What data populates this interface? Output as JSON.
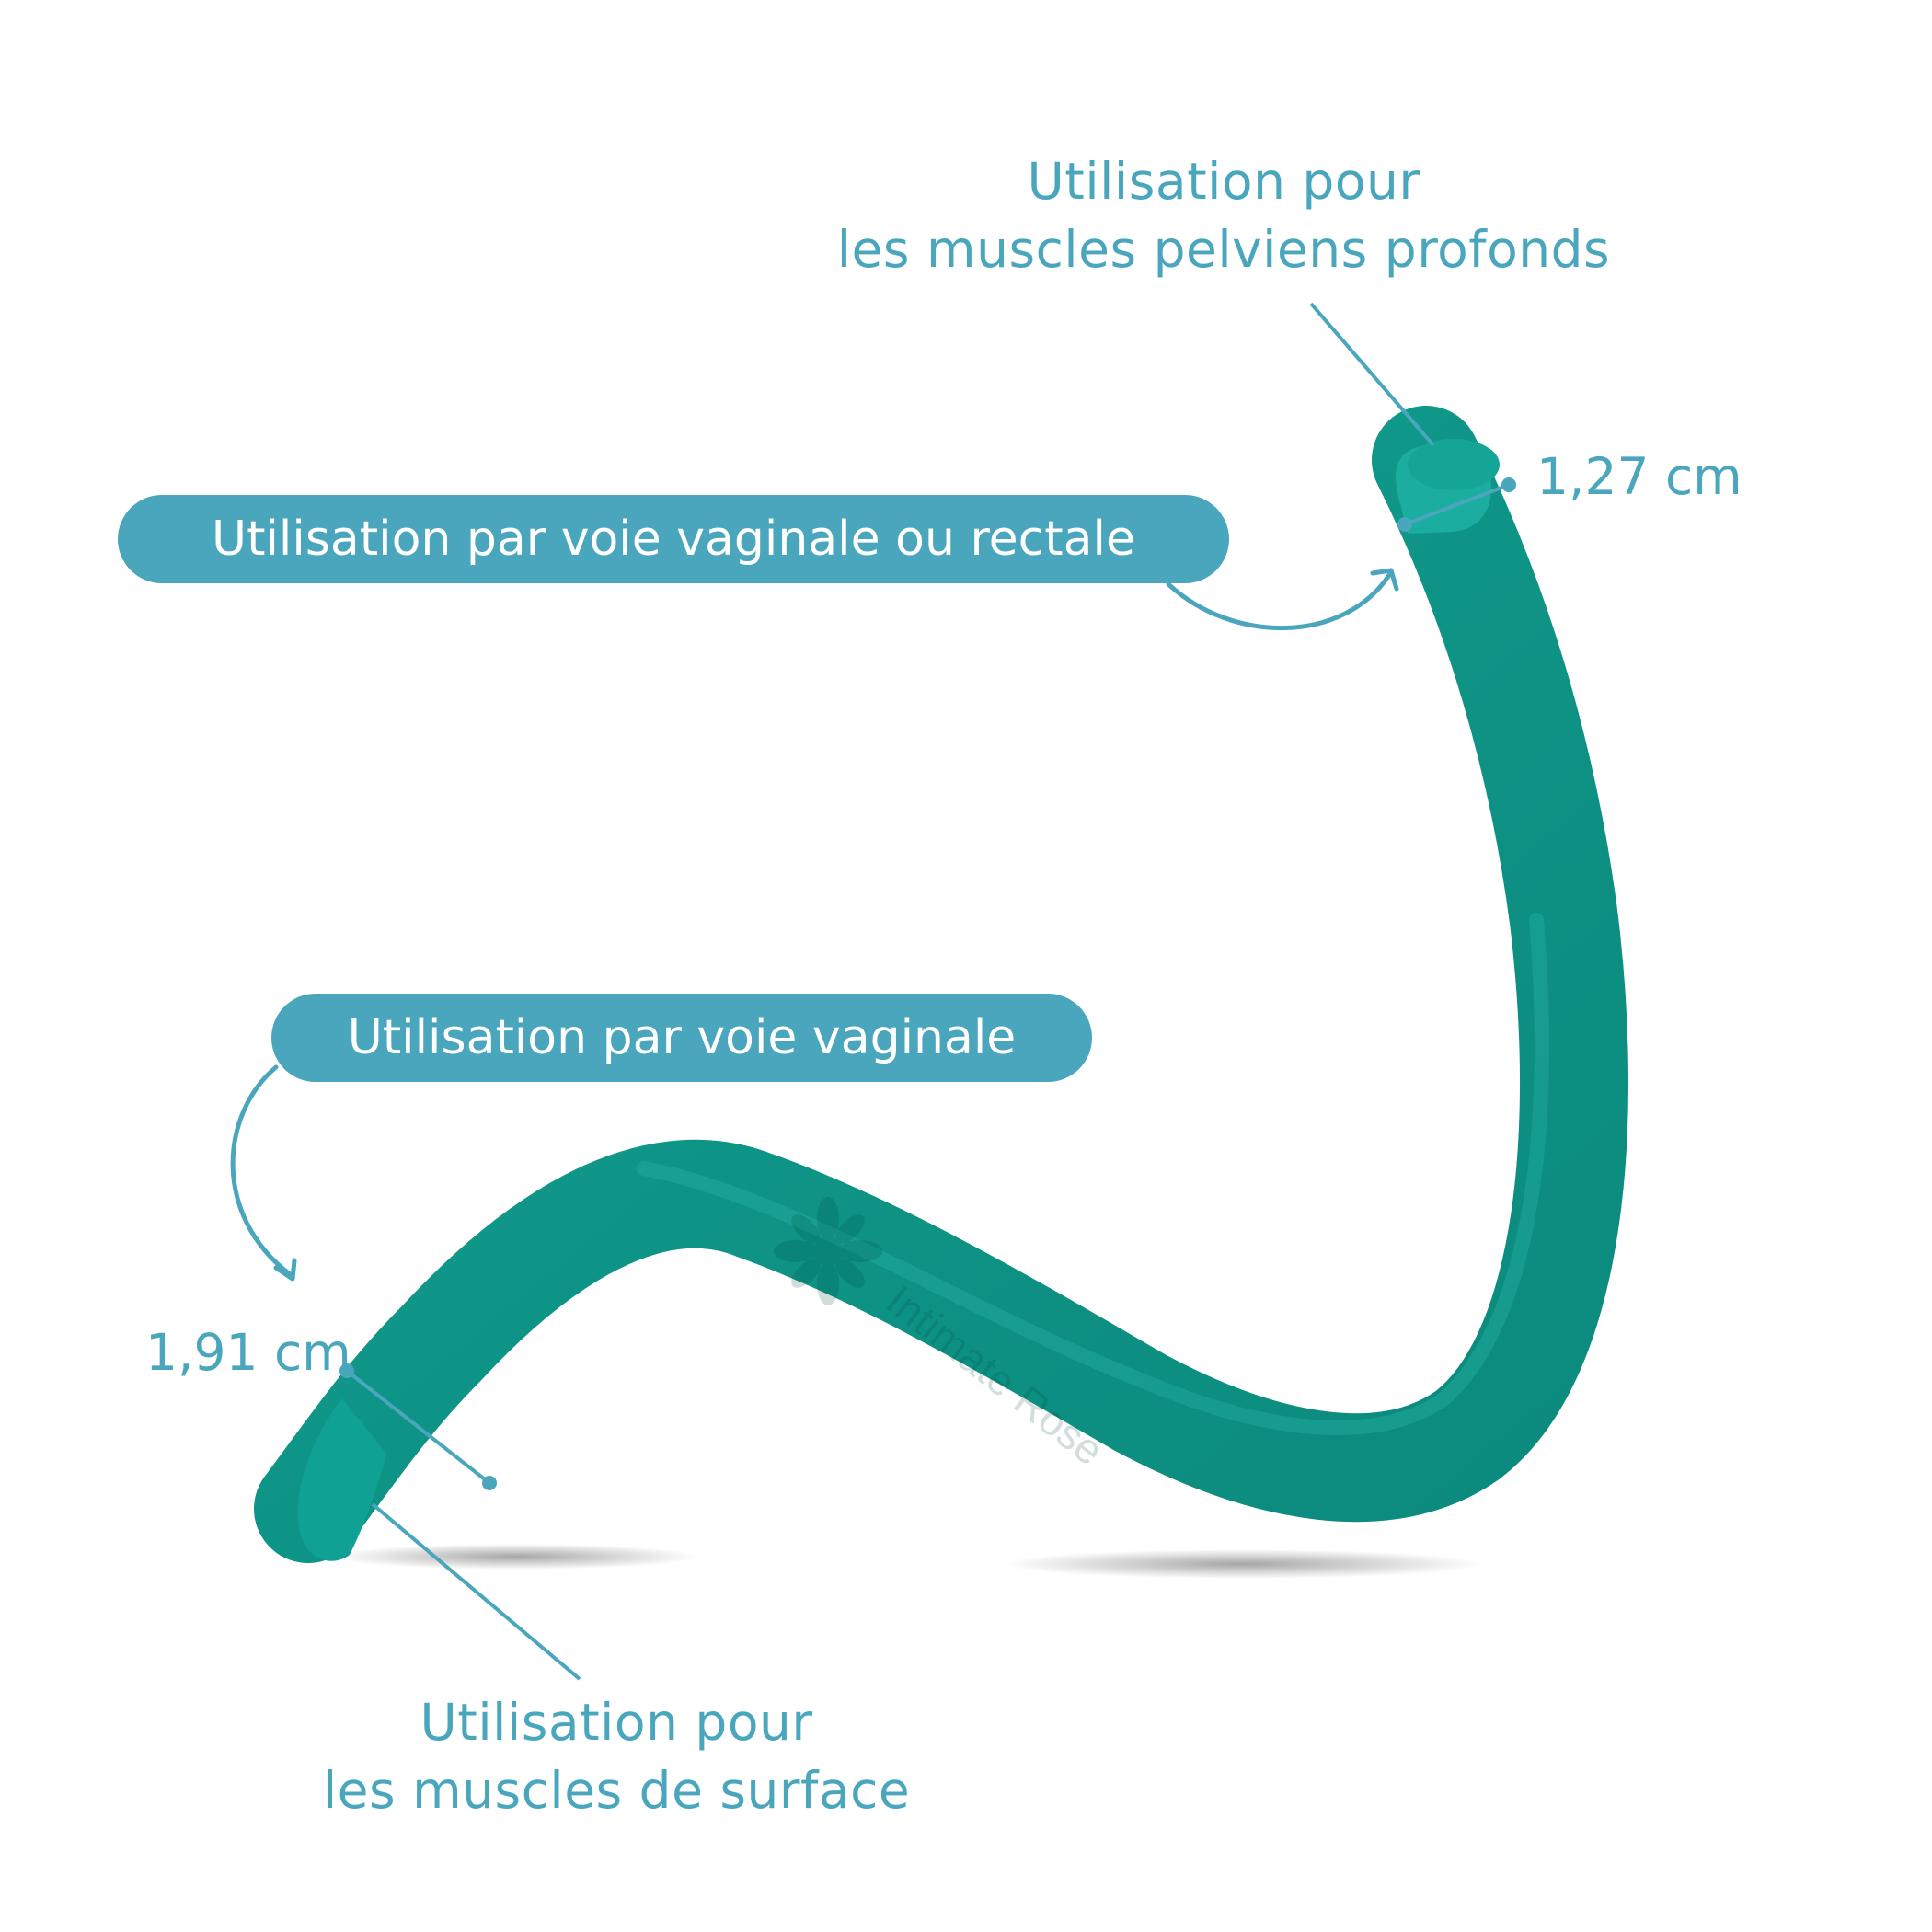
{
  "labels": {
    "deep_muscles": {
      "line1": "Utilisation pour",
      "line2": "les muscles pelviens profonds"
    },
    "surface_muscles": {
      "line1": "Utilisation pour",
      "line2": "les muscles de surface"
    }
  },
  "pills": {
    "vaginal_or_rectal": "Utilisation par voie vaginale ou rectale",
    "vaginal": "Utilisation par voie vaginale"
  },
  "measurements": {
    "small_end": "1,27 cm",
    "large_end": "1,91 cm"
  },
  "watermark": "Intimate Rose",
  "colors": {
    "accent": "#4aa6bd",
    "product": "#0f9c8f",
    "pill_text": "#ffffff"
  }
}
